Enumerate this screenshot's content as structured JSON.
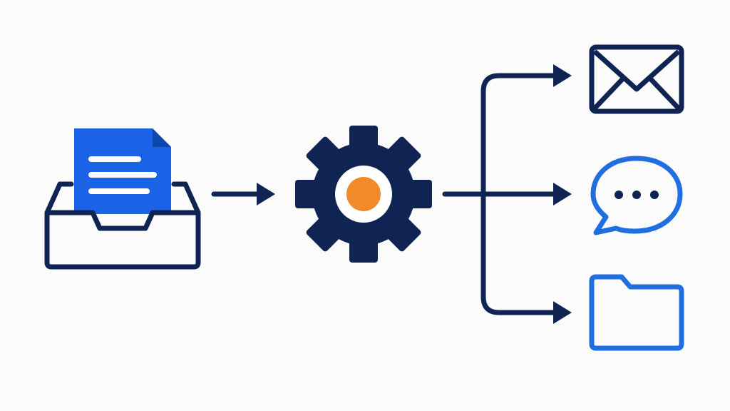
{
  "diagram": {
    "nodes": [
      {
        "id": "inbox",
        "icon": "inbox-document-icon"
      },
      {
        "id": "processor",
        "icon": "gear-icon"
      },
      {
        "id": "email",
        "icon": "envelope-icon"
      },
      {
        "id": "chat",
        "icon": "chat-bubble-icon"
      },
      {
        "id": "folder",
        "icon": "folder-icon"
      }
    ],
    "edges": [
      {
        "from": "inbox",
        "to": "processor"
      },
      {
        "from": "processor",
        "to": "email"
      },
      {
        "from": "processor",
        "to": "chat"
      },
      {
        "from": "processor",
        "to": "folder"
      }
    ]
  },
  "colors": {
    "navy": "#0f2452",
    "blue": "#1f6fe0",
    "document_fill": "#1a63e6",
    "document_fold": "#0e47ad",
    "orange": "#f28a2b",
    "background": "#fbfbfb"
  }
}
